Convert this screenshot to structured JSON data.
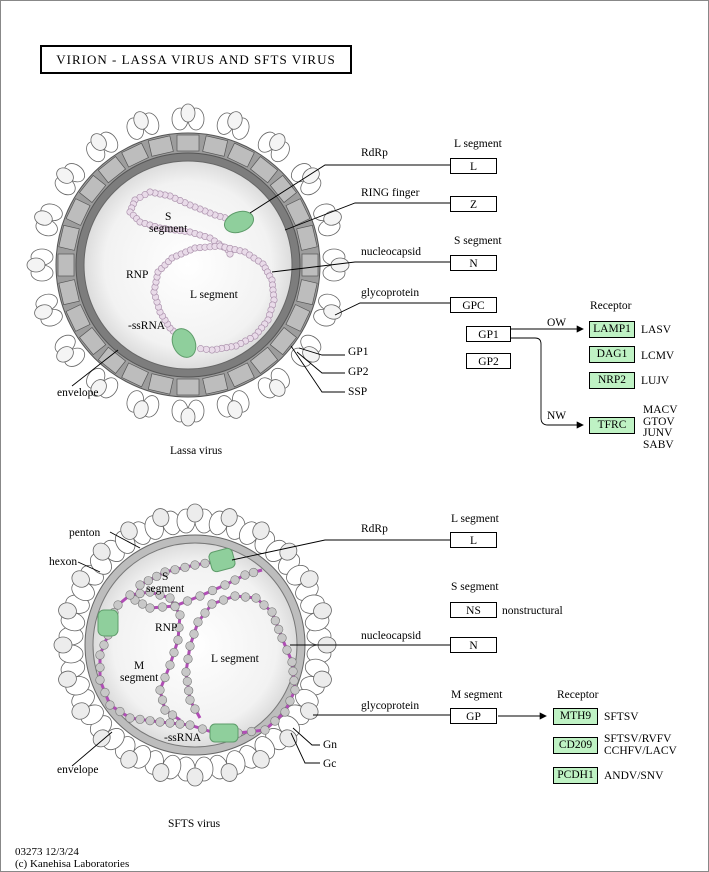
{
  "title": "VIRION - LASSA VIRUS AND SFTS VIRUS",
  "lassa": {
    "caption": "Lassa virus",
    "inner_labels": {
      "s_segment": "S\nsegment",
      "rnp": "RNP",
      "l_segment": "L segment",
      "ssrna": "-ssRNA"
    },
    "left_labels": {
      "envelope": "envelope"
    },
    "pointer_labels": {
      "rdrp": "RdRp",
      "ring": "RING finger",
      "nucleocapsid": "nucleocapsid",
      "glycoprotein": "glycoprotein",
      "gp1": "GP1",
      "gp2": "GP2",
      "ssp": "SSP"
    },
    "segment_headers": {
      "l_segment": "L segment",
      "s_segment": "S segment"
    },
    "genes": {
      "L": "L",
      "Z": "Z",
      "N": "N",
      "GPC": "GPC",
      "GP1": "GP1",
      "GP2": "GP2"
    },
    "arrows": {
      "ow": "OW",
      "nw": "NW"
    },
    "receptor_header": "Receptor",
    "receptors": [
      {
        "gene": "LAMP1",
        "viruses": "LASV"
      },
      {
        "gene": "DAG1",
        "viruses": "LCMV"
      },
      {
        "gene": "NRP2",
        "viruses": "LUJV"
      },
      {
        "gene": "TFRC",
        "viruses": [
          "MACV",
          "GTOV",
          "JUNV",
          "SABV"
        ]
      }
    ]
  },
  "sfts": {
    "caption": "SFTS virus",
    "inner_labels": {
      "s_segment": "S\nsegment",
      "rnp": "RNP",
      "m_segment": "M\nsegment",
      "l_segment": "L segment",
      "ssrna": "-ssRNA"
    },
    "left_labels": {
      "penton": "penton",
      "hexon": "hexon",
      "envelope": "envelope"
    },
    "pointer_labels": {
      "rdrp": "RdRp",
      "nucleocapsid": "nucleocapsid",
      "glycoprotein": "glycoprotein",
      "gn": "Gn",
      "gc": "Gc"
    },
    "segment_headers": {
      "l_segment": "L segment",
      "s_segment": "S segment",
      "m_segment": "M segment"
    },
    "genes": {
      "L": "L",
      "NS": "NS",
      "N": "N",
      "GP": "GP"
    },
    "ns_note": "nonstructural",
    "receptor_header": "Receptor",
    "receptors": [
      {
        "gene": "MTH9",
        "viruses": "SFTSV"
      },
      {
        "gene": "CD209",
        "viruses": [
          "SFTSV/RVFV",
          "CCHFV/LACV"
        ]
      },
      {
        "gene": "PCDH1",
        "viruses": "ANDV/SNV"
      }
    ]
  },
  "footer": {
    "id_date": "03273 12/3/24",
    "credit": "(c) Kanehisa Laboratories"
  },
  "colors": {
    "receptor_fill": "#bff2c4",
    "rdrp_green": "#8fcf9c",
    "rna_purple": "#b14db6",
    "bead_gray": "#c8c8c8",
    "envelope_gray": "#a9a9a9"
  }
}
